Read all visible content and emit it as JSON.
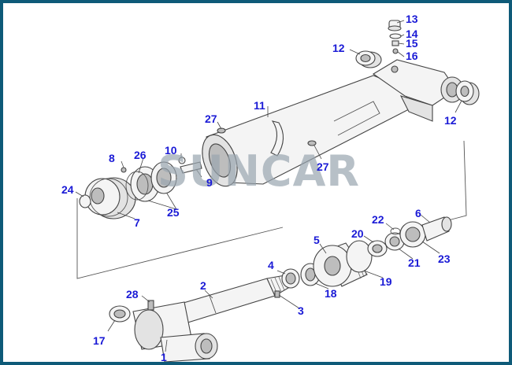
{
  "frame": {
    "border_color": "#0e5a78"
  },
  "watermark": {
    "text": "SUNCAR",
    "color": "#9aa6b0",
    "accent_color": "#27b0c8"
  },
  "callouts": [
    {
      "id": "p1",
      "label": "1"
    },
    {
      "id": "p2",
      "label": "2"
    },
    {
      "id": "p3",
      "label": "3"
    },
    {
      "id": "p4",
      "label": "4"
    },
    {
      "id": "p5",
      "label": "5"
    },
    {
      "id": "p6",
      "label": "6"
    },
    {
      "id": "p7",
      "label": "7"
    },
    {
      "id": "p8",
      "label": "8"
    },
    {
      "id": "p9",
      "label": "9"
    },
    {
      "id": "p10",
      "label": "10"
    },
    {
      "id": "p11",
      "label": "11"
    },
    {
      "id": "p12a",
      "label": "12"
    },
    {
      "id": "p12b",
      "label": "12"
    },
    {
      "id": "p13",
      "label": "13"
    },
    {
      "id": "p14",
      "label": "14"
    },
    {
      "id": "p15",
      "label": "15"
    },
    {
      "id": "p16",
      "label": "16"
    },
    {
      "id": "p17",
      "label": "17"
    },
    {
      "id": "p18",
      "label": "18"
    },
    {
      "id": "p19",
      "label": "19"
    },
    {
      "id": "p20",
      "label": "20"
    },
    {
      "id": "p21",
      "label": "21"
    },
    {
      "id": "p22",
      "label": "22"
    },
    {
      "id": "p23",
      "label": "23"
    },
    {
      "id": "p24",
      "label": "24"
    },
    {
      "id": "p25",
      "label": "25"
    },
    {
      "id": "p26",
      "label": "26"
    },
    {
      "id": "p27a",
      "label": "27"
    },
    {
      "id": "p27b",
      "label": "27"
    },
    {
      "id": "p28",
      "label": "28"
    }
  ]
}
